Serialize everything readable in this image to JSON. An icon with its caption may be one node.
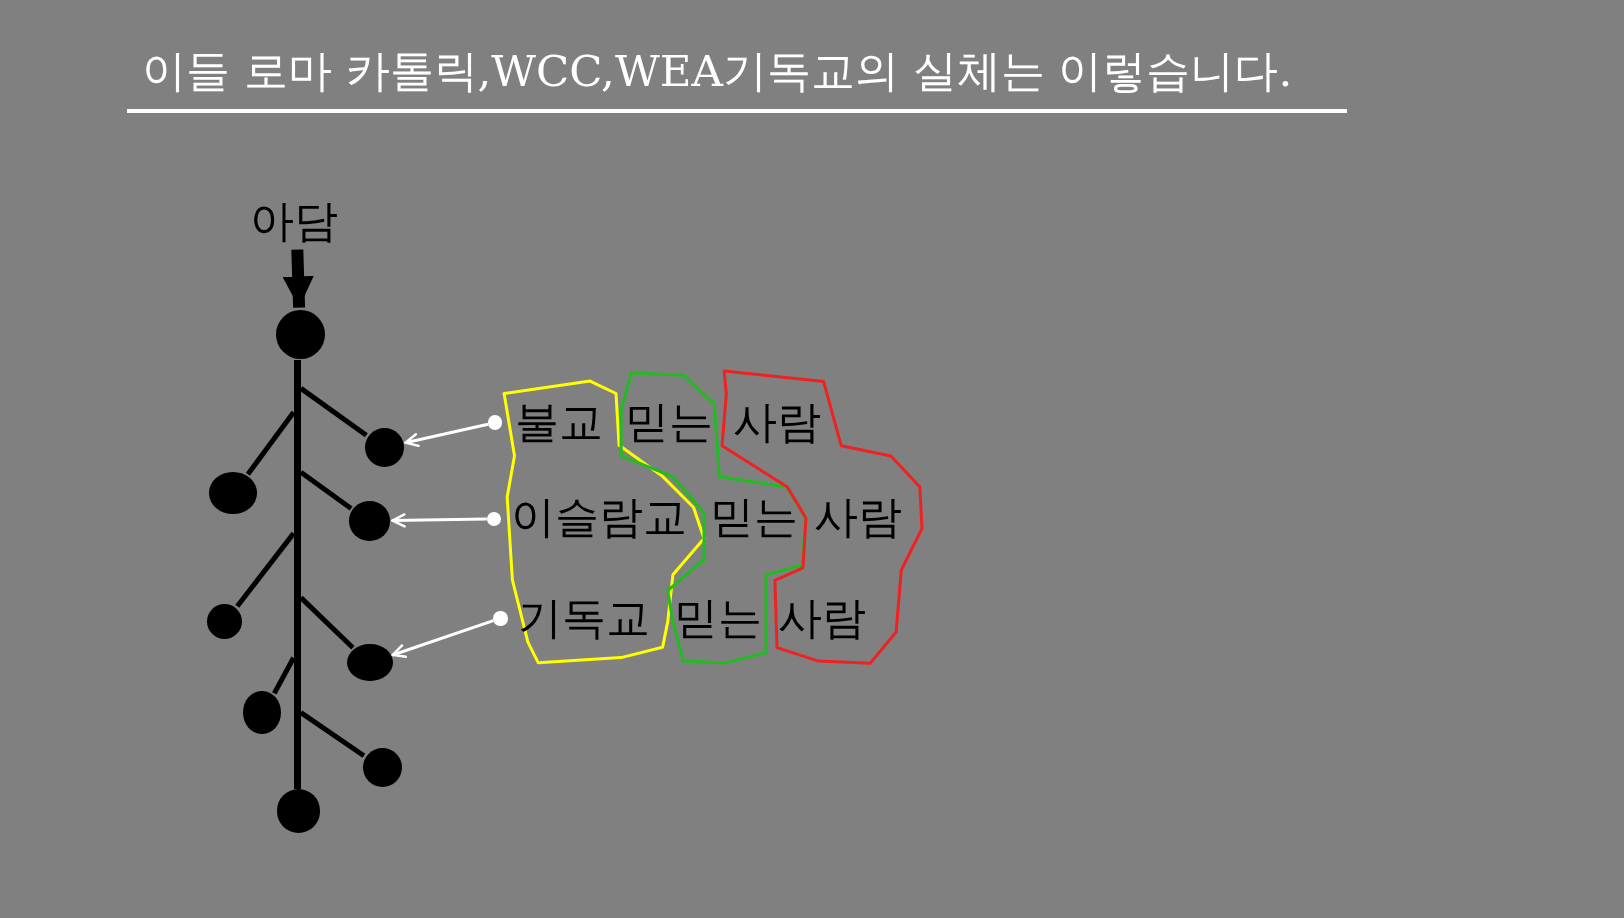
{
  "diagram": {
    "title": "이들 로마 카톨릭,WCC,WEA기독교의 실체는 이렇습니다.",
    "nodes": [
      {
        "text": [
          "아담"
        ]
      },
      {
        "text": [],
        "shape": "circle"
      },
      {
        "text": [],
        "shape": "bar"
      },
      {
        "text": [],
        "shape": "circle"
      },
      {
        "text": [],
        "shape": "circle"
      },
      {
        "text": [],
        "shape": "circle"
      },
      {
        "text": [],
        "shape": "circle"
      },
      {
        "text": [],
        "shape": "circle"
      },
      {
        "text": [],
        "shape": "circle"
      },
      {
        "text": [],
        "shape": "circle"
      },
      {
        "text": [],
        "shape": "circle"
      },
      {
        "text": [
          "불교",
          "이슬람교",
          "기독교"
        ]
      },
      {
        "text": [
          "믿는",
          "믿는",
          "믿는"
        ]
      },
      {
        "text": [
          "사람",
          "사람",
          "사람"
        ]
      },
      {
        "text": [],
        "shape": "circle"
      },
      {
        "text": [],
        "shape": "circle"
      },
      {
        "text": [],
        "shape": "circle"
      }
    ],
    "edges": [
      {
        "from": 0,
        "to": 1,
        "arrow": "to",
        "style": "thick"
      },
      {
        "from": 2,
        "to": 3,
        "arrow": "none"
      },
      {
        "from": 2,
        "to": 4,
        "arrow": "none"
      },
      {
        "from": 2,
        "to": 5,
        "arrow": "none"
      },
      {
        "from": 2,
        "to": 6,
        "arrow": "none"
      },
      {
        "from": 2,
        "to": 7,
        "arrow": "none"
      },
      {
        "from": 2,
        "to": 8,
        "arrow": "none"
      },
      {
        "from": 2,
        "to": 9,
        "arrow": "none"
      },
      {
        "from": 14,
        "to": 3,
        "arrow": "to",
        "color": "#ffffff"
      },
      {
        "from": 15,
        "to": 5,
        "arrow": "to",
        "color": "#ffffff"
      },
      {
        "from": 16,
        "to": 7,
        "arrow": "to",
        "color": "#ffffff"
      }
    ]
  }
}
